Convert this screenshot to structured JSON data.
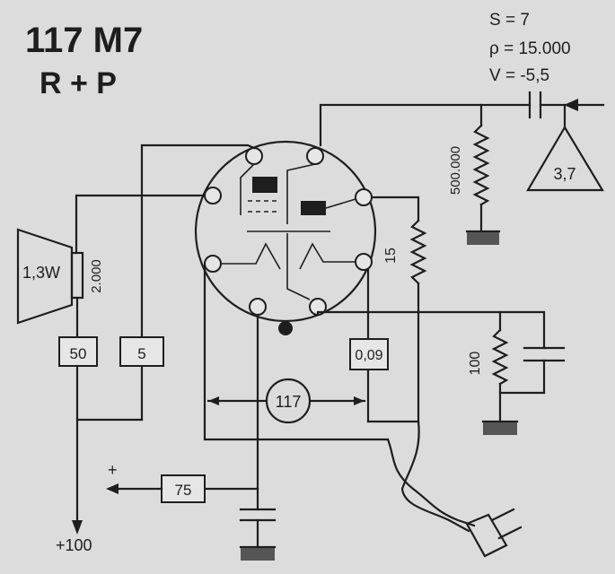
{
  "header": {
    "tube": "117 M7",
    "type": "R + P"
  },
  "specs": {
    "s": "S = 7",
    "rho": "ρ = 15.000",
    "v": "V = -5,5"
  },
  "components": {
    "grid_resistor": "500.000",
    "driver": "3,7",
    "speaker_power": "1,3W",
    "speaker_transformer": "2.000",
    "choke": "15",
    "cathode_resistor": "100",
    "box_50": "50",
    "box_5": "5",
    "box_009": "0,09",
    "heater": "117",
    "box_75": "75"
  },
  "labels": {
    "supply": "+100",
    "plus": "+"
  },
  "colors": {
    "background": "#dcdcdc",
    "ink": "#1e1e1e"
  }
}
